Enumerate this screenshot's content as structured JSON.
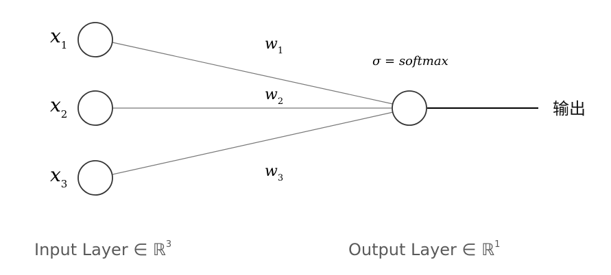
{
  "inputs": [
    {
      "symbol": "x",
      "index": "1"
    },
    {
      "symbol": "x",
      "index": "2"
    },
    {
      "symbol": "x",
      "index": "3"
    }
  ],
  "weights": [
    {
      "symbol": "w",
      "index": "1"
    },
    {
      "symbol": "w",
      "index": "2"
    },
    {
      "symbol": "w",
      "index": "3"
    }
  ],
  "activation": {
    "label": "σ = softmax"
  },
  "output": {
    "label": "输出"
  },
  "layers": {
    "input": {
      "label": "Input Layer ∈ ℝ",
      "exponent": "3"
    },
    "output": {
      "label": "Output Layer ∈ ℝ",
      "exponent": "1"
    }
  },
  "colors": {
    "edge": "#777777",
    "node_stroke": "#333333",
    "output_line": "#000000"
  }
}
